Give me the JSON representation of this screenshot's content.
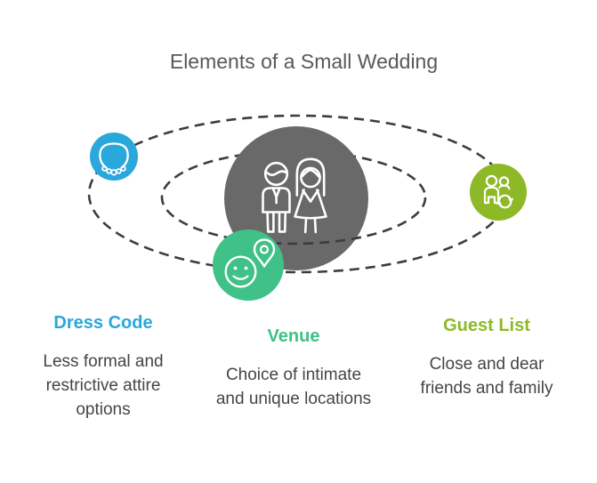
{
  "title": "Elements of a Small Wedding",
  "colors": {
    "center_circle": "#696969",
    "orbit_dash": "#3d3d3d",
    "icon_stroke": "#ffffff",
    "title_text": "#595959",
    "body_text": "#454545"
  },
  "center": {
    "icon": "bride-and-groom-icon"
  },
  "items": [
    {
      "id": "dress-code",
      "label": "Dress Code",
      "description": "Less formal and restrictive attire options",
      "icon": "necklace-icon",
      "color": "#2AA7DB"
    },
    {
      "id": "venue",
      "label": "Venue",
      "description": "Choice of intimate and unique locations",
      "icon": "smiley-location-pin-icon",
      "color": "#3FC188"
    },
    {
      "id": "guest-list",
      "label": "Guest List",
      "description": "Close and dear friends and family",
      "icon": "people-sync-icon",
      "color": "#8EB927"
    }
  ]
}
